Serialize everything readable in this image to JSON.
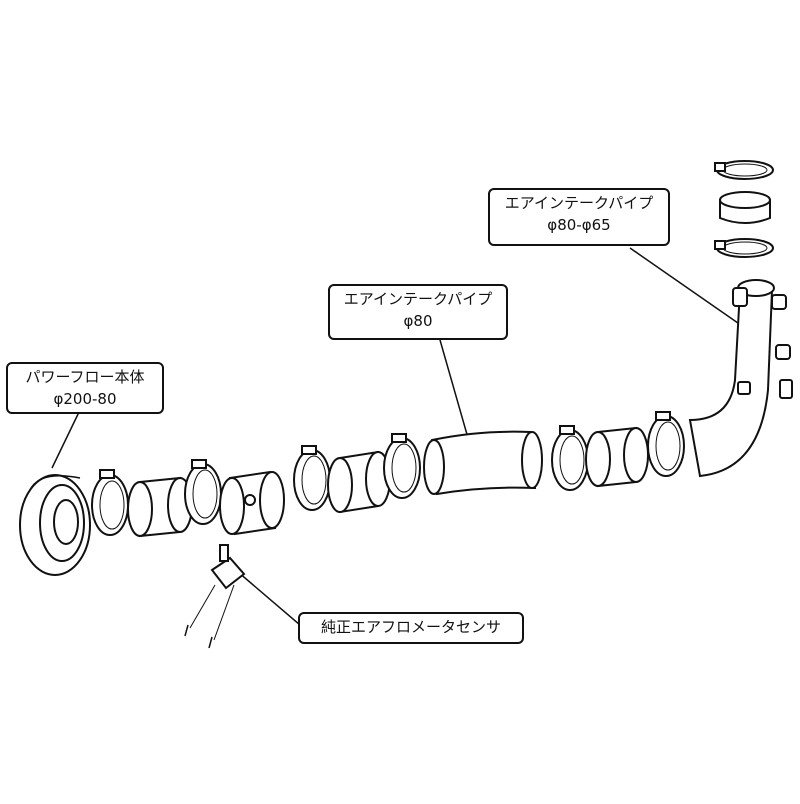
{
  "callouts": {
    "power_flow": {
      "line1": "パワーフロー本体",
      "line2": "φ200-80"
    },
    "intake_pipe_80": {
      "line1": "エアインテークパイプ",
      "line2": "φ80"
    },
    "intake_pipe_80_65": {
      "line1": "エアインテークパイプ",
      "line2": "φ80-φ65"
    },
    "airflow_sensor": {
      "line1": "純正エアフロメータセンサ"
    }
  },
  "colors": {
    "line": "#111111",
    "background": "#ffffff"
  }
}
